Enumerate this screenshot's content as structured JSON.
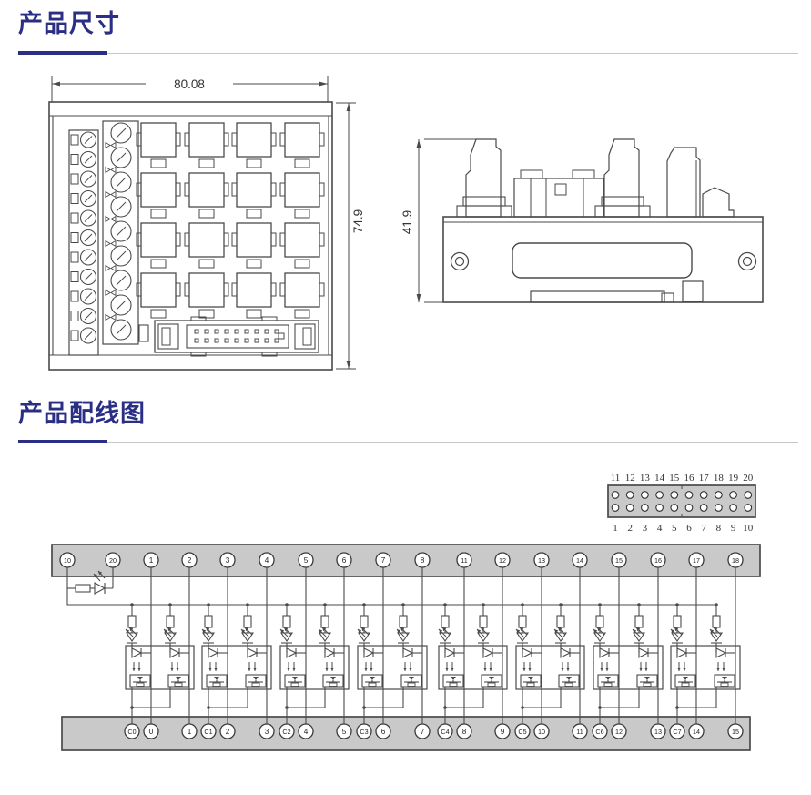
{
  "headings": {
    "dimensions": "产品尺寸",
    "wiring": "产品配线图"
  },
  "colors": {
    "accent": "#2b2e85",
    "rule_gray": "#c8c8c8",
    "panel_fill": "#c9c9c9",
    "line": "#4a4a4a",
    "text": "#333333"
  },
  "dimension_drawing": {
    "front": {
      "width": "80.08",
      "height": "74.9"
    },
    "side": {
      "height": "41.9"
    }
  },
  "wiring_diagram": {
    "idc_connector": {
      "top_row_pins": [
        "11",
        "12",
        "13",
        "14",
        "15",
        "16",
        "17",
        "18",
        "19",
        "20"
      ],
      "bottom_row_pins": [
        "1",
        "2",
        "3",
        "4",
        "5",
        "6",
        "7",
        "8",
        "9",
        "10"
      ]
    },
    "top_terminals": [
      "10",
      "20",
      "1",
      "2",
      "3",
      "4",
      "5",
      "6",
      "7",
      "8",
      "11",
      "12",
      "13",
      "14",
      "15",
      "16",
      "17",
      "18"
    ],
    "bottom_terminals": [
      "C0",
      "0",
      "1",
      "C1",
      "2",
      "3",
      "C2",
      "4",
      "5",
      "C3",
      "6",
      "7",
      "C4",
      "8",
      "9",
      "C5",
      "10",
      "11",
      "C6",
      "12",
      "13",
      "C7",
      "14",
      "15"
    ]
  }
}
